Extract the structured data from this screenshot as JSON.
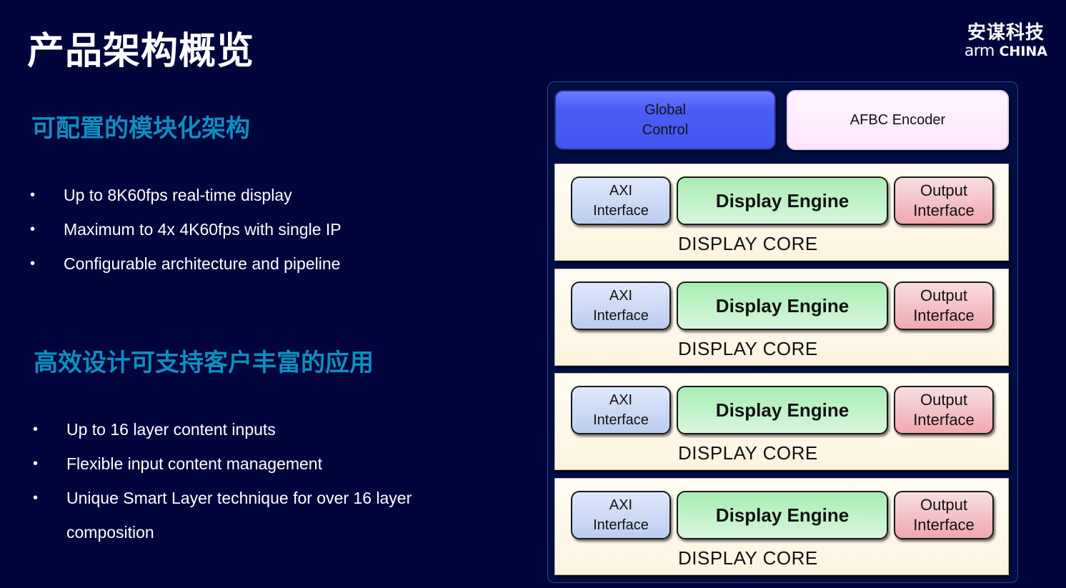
{
  "title": "产品架构概览",
  "logo": {
    "cn": "安谋科技",
    "en_arm": "arm",
    "en_china": "CHINA"
  },
  "section1": {
    "heading": "可配置的模块化架构",
    "bullets": [
      "Up to 8K60fps real-time display",
      "Maximum to 4x 4K60fps with single IP",
      "Configurable architecture and pipeline"
    ]
  },
  "section2": {
    "heading": "高效设计可支持客户丰富的应用",
    "bullets": [
      "Up to 16 layer content inputs",
      "Flexible input content management",
      "Unique Smart Layer technique for over 16 layer composition"
    ]
  },
  "bullet_glyph": "•",
  "diagram": {
    "global_control": {
      "line1": "Global",
      "line2": "Control"
    },
    "afbc_encoder": "AFBC Encoder",
    "cores": [
      {
        "axi_line1": "AXI",
        "axi_line2": "Interface",
        "engine": "Display Engine",
        "out_line1": "Output",
        "out_line2": "Interface",
        "label": "DISPLAY CORE"
      },
      {
        "axi_line1": "AXI",
        "axi_line2": "Interface",
        "engine": "Display Engine",
        "out_line1": "Output",
        "out_line2": "Interface",
        "label": "DISPLAY CORE"
      },
      {
        "axi_line1": "AXI",
        "axi_line2": "Interface",
        "engine": "Display Engine",
        "out_line1": "Output",
        "out_line2": "Interface",
        "label": "DISPLAY CORE"
      },
      {
        "axi_line1": "AXI",
        "axi_line2": "Interface",
        "engine": "Display Engine",
        "out_line1": "Output",
        "out_line2": "Interface",
        "label": "DISPLAY CORE"
      }
    ]
  },
  "colors": {
    "background": "#02043c",
    "heading_accent": "#0b8fbf",
    "global_control": "#4a5ef5",
    "afbc_encoder": "#fde6fc",
    "display_core": "#fdf4e0",
    "axi_interface": "#c8d6f4",
    "display_engine": "#bff2c6",
    "output_interface": "#f3c0c6"
  }
}
